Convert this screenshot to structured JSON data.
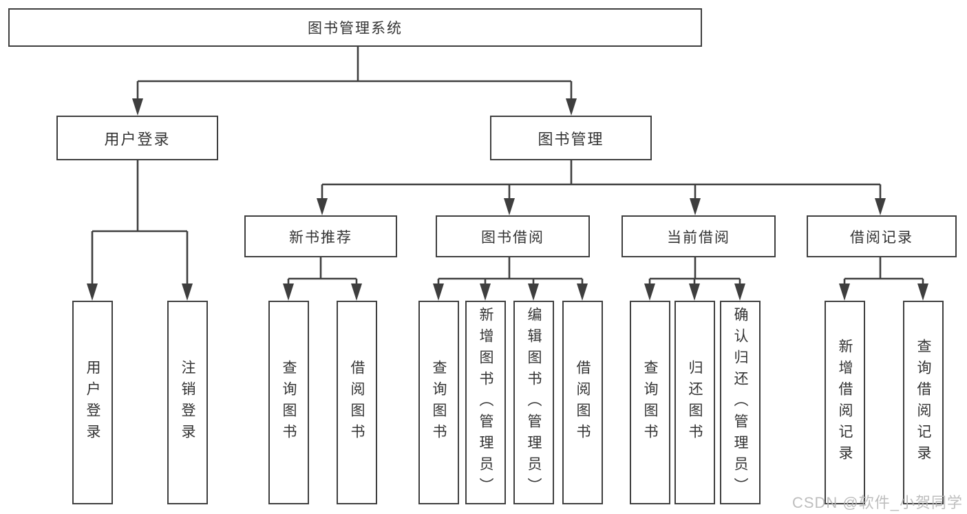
{
  "nodes": {
    "root": "图书管理系统",
    "user_login": "用户登录",
    "book_mgmt": "图书管理",
    "login_children": [
      "用户登录",
      "注销登录"
    ],
    "groups": [
      {
        "label": "新书推荐",
        "children": [
          "查询图书",
          "借阅图书"
        ]
      },
      {
        "label": "图书借阅",
        "children": [
          "查询图书",
          "新增图书（管理员）",
          "编辑图书（管理员）",
          "借阅图书"
        ]
      },
      {
        "label": "当前借阅",
        "children": [
          "查询图书",
          "归还图书",
          "确认归还（管理员）"
        ]
      },
      {
        "label": "借阅记录",
        "children": [
          "新增借阅记录",
          "查询借阅记录"
        ]
      }
    ]
  },
  "watermark": "CSDN @软件_小贺同学",
  "colors": {
    "line": "#3e3e3e",
    "text": "#333333",
    "watermark": "#b7b7b7",
    "background": "#ffffff"
  }
}
